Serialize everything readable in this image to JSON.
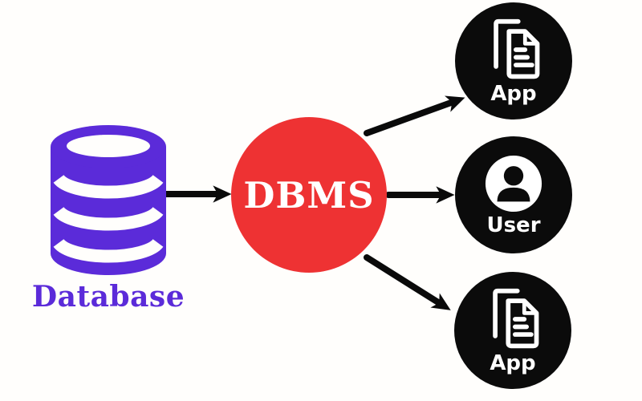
{
  "diagram_type": "dbms-architecture-diagram",
  "nodes": {
    "database": {
      "label": "Database",
      "shape": "database-cylinder",
      "color": "#5b2bd9"
    },
    "dbms": {
      "label": "DBMS",
      "shape": "circle",
      "color": "#ee3233",
      "text_color": "#ffffff"
    },
    "app_top": {
      "label": "App",
      "shape": "circle",
      "color": "#0b0b0b",
      "icon": "document-icon"
    },
    "user": {
      "label": "User",
      "shape": "circle",
      "color": "#0b0b0b",
      "icon": "user-icon"
    },
    "app_bottom": {
      "label": "App",
      "shape": "circle",
      "color": "#0b0b0b",
      "icon": "document-icon"
    }
  },
  "edges": [
    {
      "from": "database",
      "to": "dbms"
    },
    {
      "from": "dbms",
      "to": "app_top"
    },
    {
      "from": "dbms",
      "to": "user"
    },
    {
      "from": "dbms",
      "to": "app_bottom"
    }
  ],
  "colors": {
    "background": "#fffefc",
    "arrow": "#0a0a0a",
    "database_purple": "#5b2bd9",
    "dbms_red": "#ee3233",
    "node_black": "#0b0b0b",
    "label_white": "#ffffff"
  }
}
